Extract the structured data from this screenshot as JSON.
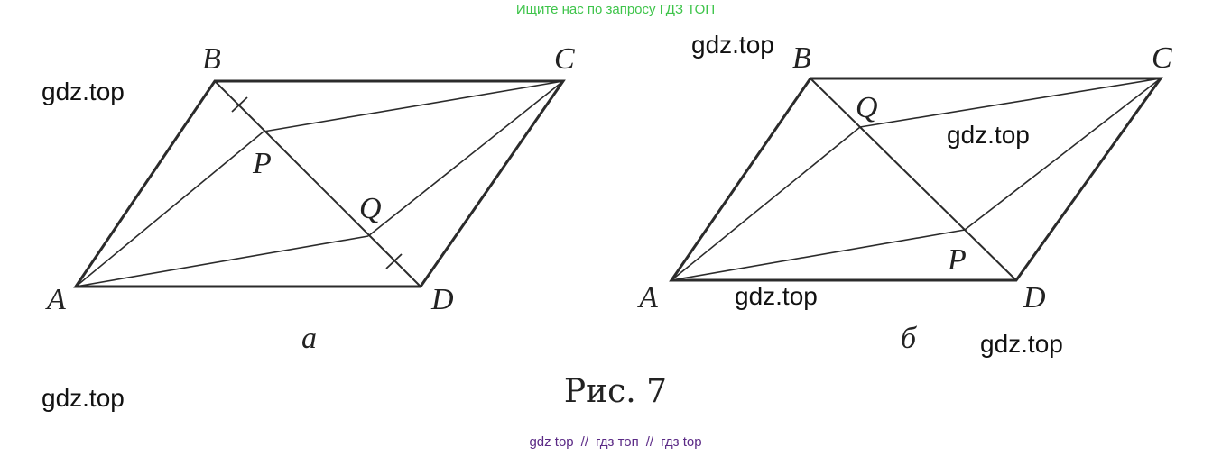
{
  "banner": {
    "top": "Ищите нас по запросу ГДЗ ТОП",
    "bottom_links": [
      "gdz top",
      "гдз топ",
      "гдз top"
    ],
    "separator": "//"
  },
  "watermarks": [
    "gdz.top",
    "gdz.top",
    "gdz.top",
    "gdz.top",
    "gdz.top",
    "gdz.top"
  ],
  "figure_a": {
    "sublabel": "а",
    "points": {
      "A": "A",
      "B": "B",
      "C": "C",
      "D": "D",
      "P": "P",
      "Q": "Q"
    }
  },
  "figure_b": {
    "sublabel": "б",
    "points": {
      "A": "A",
      "B": "B",
      "C": "C",
      "D": "D",
      "P": "P",
      "Q": "Q"
    }
  },
  "caption": "Рис. 7",
  "colors": {
    "banner_top": "#3ec44a",
    "banner_bottom": "#5b2a86",
    "lines": "#2b2b2b"
  }
}
